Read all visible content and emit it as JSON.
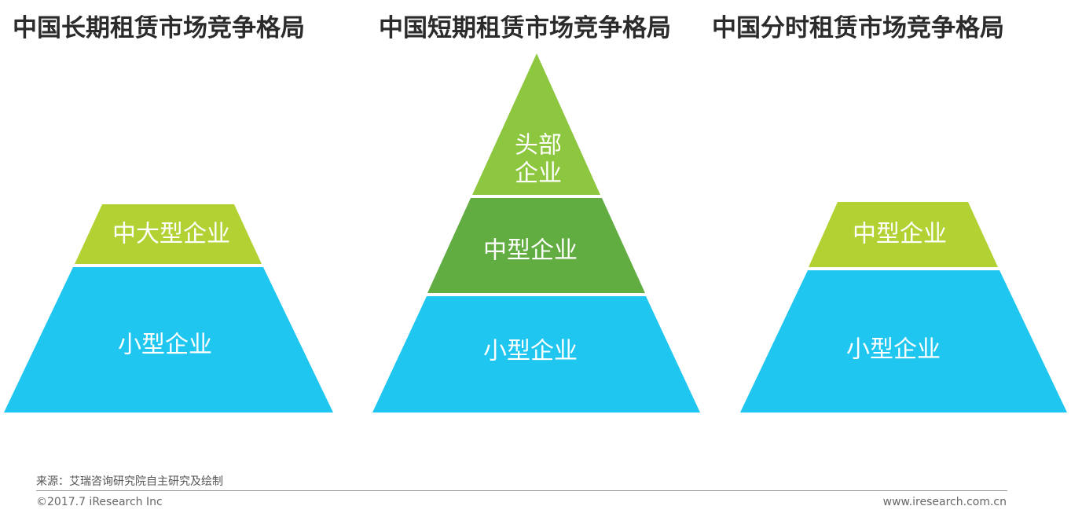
{
  "titles": {
    "long_term": "中国长期租赁市场竞争格局",
    "short_term": "中国短期租赁市场竞争格局",
    "time_share": "中国分时租赁市场竞争格局"
  },
  "pyramids": {
    "long_term": {
      "top": "中大型企业",
      "bottom": "小型企业"
    },
    "short_term": {
      "top_line1": "头部",
      "top_line2": "企业",
      "middle": "中型企业",
      "bottom": "小型企业"
    },
    "time_share": {
      "top": "中型企业",
      "bottom": "小型企业"
    }
  },
  "colors": {
    "lime": "#b1d232",
    "grass": "#8dc63f",
    "green": "#62ad42",
    "cyan": "#1fc6f0"
  },
  "footer": {
    "source": "来源：艾瑞咨询研究院自主研究及绘制",
    "copyright": "©2017.7 iResearch Inc",
    "url": "www.iresearch.com.cn"
  }
}
